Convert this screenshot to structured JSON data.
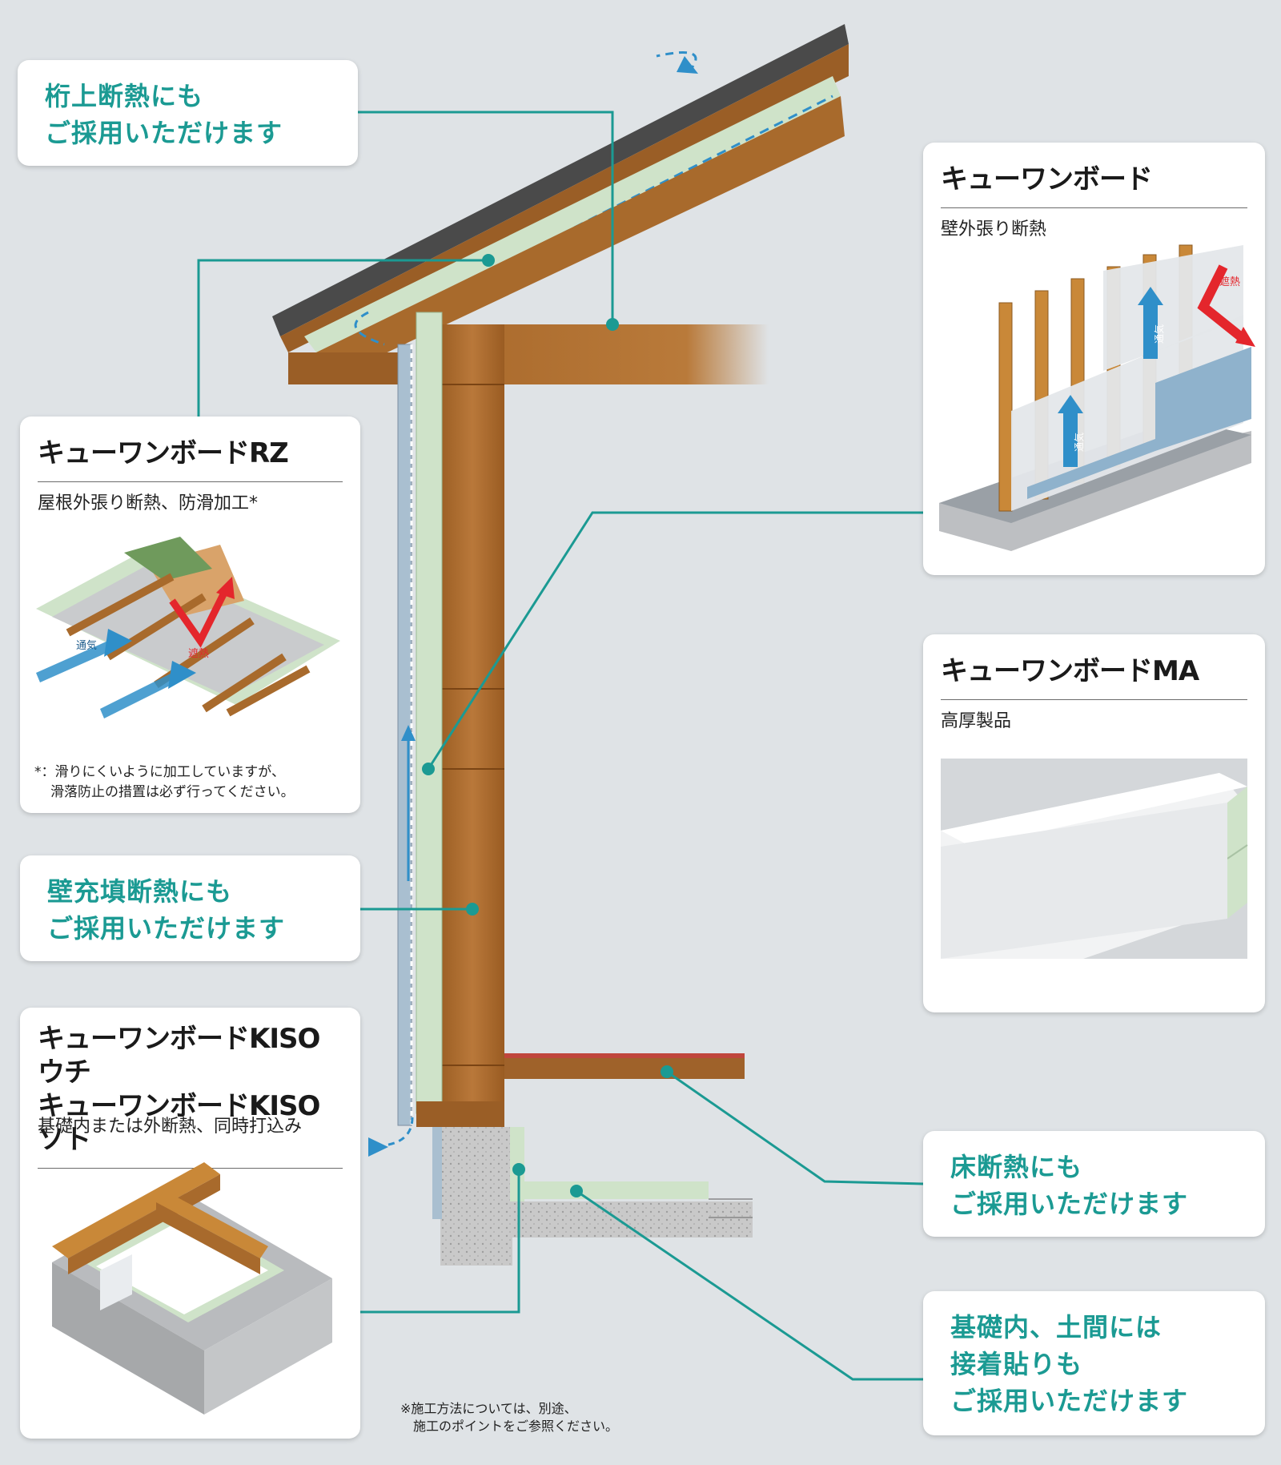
{
  "callouts": {
    "keta": [
      "桁上断熱にも",
      "ご採用いただけます"
    ],
    "wall_fill": [
      "壁充填断熱にも",
      "ご採用いただけます"
    ],
    "floor": [
      "床断熱にも",
      "ご採用いただけます"
    ],
    "foundation": [
      "基礎内、土間には",
      "接着貼りも",
      "ご採用いただけます"
    ]
  },
  "products": {
    "rz": {
      "title": "キューワンボードRZ",
      "desc": "屋根外張り断熱、防滑加工*",
      "note": [
        "*：滑りにくいように加工していますが、",
        "滑落防止の措置は必ず行ってください。"
      ]
    },
    "qone": {
      "title": "キューワンボード",
      "desc": "壁外張り断熱"
    },
    "ma": {
      "title": "キューワンボードMA",
      "desc": "高厚製品"
    },
    "kiso": {
      "title": [
        "キューワンボードKISOウチ",
        "キューワンボードKISOソト"
      ],
      "desc": "基礎内または外断熱、同時打込み"
    }
  },
  "diagram_labels": {
    "ventilation": "通気",
    "heat_shield": "遮熱"
  },
  "footnote": [
    "※施工方法については、別途、",
    "施工のポイントをご参照ください。"
  ],
  "colors": {
    "teal": "#1b9a93",
    "wood": "#b0722f",
    "insulation": "#cfe3c9",
    "arrow_blue": "#2f8fc9",
    "heat_red": "#e4262c"
  }
}
